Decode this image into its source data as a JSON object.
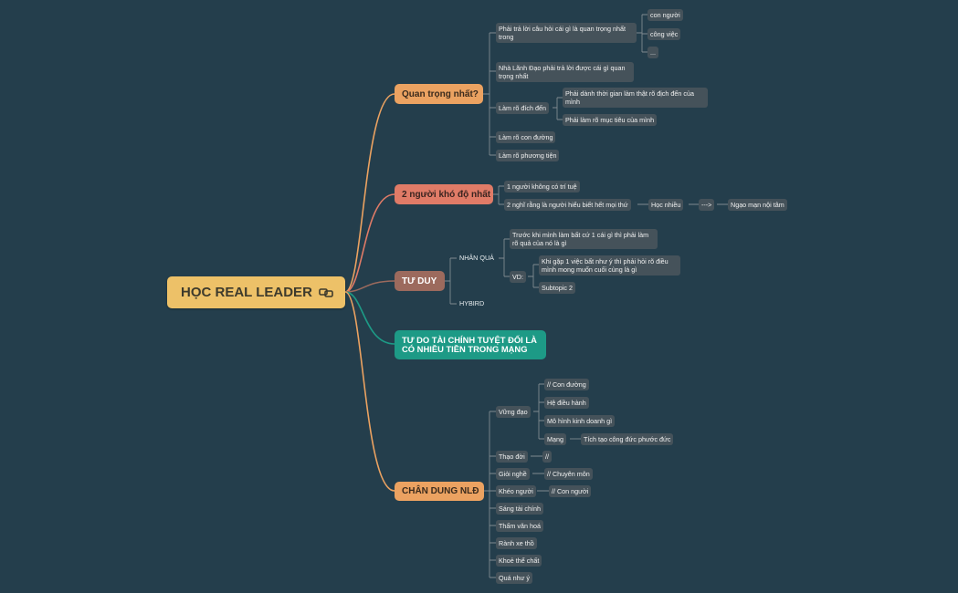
{
  "root": {
    "title": "HỌC REAL LEADER",
    "icon": "link-icon"
  },
  "colors": {
    "background": "#243e4c",
    "root": "#edc168",
    "b1": "#eba261",
    "b2": "#e07b67",
    "b3": "#9c6a5d",
    "b4": "#1d9a86",
    "b5": "#eba261",
    "leaf": "#45525a"
  },
  "branches": {
    "b1": "Quan trọng nhất?",
    "b2": "2 người khó độ nhất",
    "b3": "TƯ DUY",
    "b4": "TƯ DO TÀI CHÍNH TUYỆT ĐỐI LÀ CÓ NHIỀU TIỀN TRONG MẠNG",
    "b5": "CHÂN DUNG NLĐ"
  },
  "b1": {
    "c1": "Phải trả lời câu hỏi cái gì là quan trọng nhất trong",
    "c1_1": "con người",
    "c1_2": "công việc",
    "c1_3": "...",
    "c2": "Nhà Lãnh Đạo phải trả lời được cái gì quan trọng nhất",
    "c3": "Làm rõ đích đến",
    "c3_1": "Phải dành thời gian làm thật rõ địch đến của mình",
    "c3_2": "Phải làm rõ mục tiêu của mình",
    "c4": "Làm rõ con đường",
    "c5": "Làm rõ phương tiện"
  },
  "b2": {
    "c1": "1 người không có trí tuệ",
    "c2": "2 nghĩ rằng là người hiểu biết hết mọi thứ",
    "c2_1": "Học nhiều",
    "c2_2": "--->",
    "c2_3": "Ngạo mạn nội tâm"
  },
  "b3": {
    "c1": "NHÂN QUẢ",
    "c1_1": "Trước khi mình làm bất cứ 1 cái gì thì phải làm rõ quả của nó là gì",
    "c1_2": "VD:",
    "c1_2_1": "Khi gặp 1 việc bất như ý thì phải hỏi rõ điều mình mong muốn cuối cùng là gì",
    "c1_2_2": "Subtopic 2",
    "c2": "HYBIRD"
  },
  "b5": {
    "c1": "Vững đạo",
    "c1_1": "// Con đường",
    "c1_2": "Hệ điều hành",
    "c1_3": "Mô hình kinh doanh gì",
    "c1_4": "Mạng",
    "c1_4_1": "Tích tạo công đức phước đức",
    "c2": "Thạo đời",
    "c2_1": "//",
    "c3": "Giỏi nghề",
    "c3_1": "// Chuyên môn",
    "c4": "Khéo người",
    "c4_1": "// Con người",
    "c5": "Sáng tài chính",
    "c6": "Thấm văn hoá",
    "c7": "Rành xe thồ",
    "c8": "Khoẻ thể chất",
    "c9": "Quá như ý"
  }
}
